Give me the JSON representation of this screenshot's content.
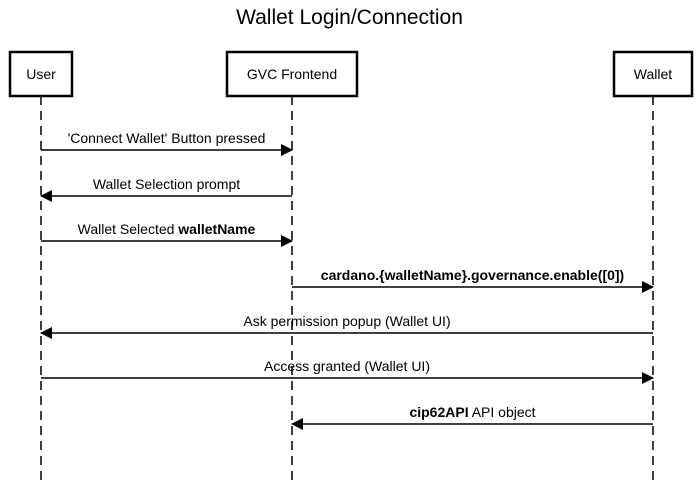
{
  "title": "Wallet Login/Connection",
  "participants": [
    {
      "id": "user",
      "label": "User"
    },
    {
      "id": "frontend",
      "label": "GVC Frontend"
    },
    {
      "id": "wallet",
      "label": "Wallet"
    }
  ],
  "messages": [
    {
      "from": "user",
      "to": "frontend",
      "parts": [
        {
          "text": "'Connect Wallet' Button pressed",
          "bold": false
        }
      ]
    },
    {
      "from": "frontend",
      "to": "user",
      "parts": [
        {
          "text": "Wallet Selection prompt",
          "bold": false
        }
      ]
    },
    {
      "from": "user",
      "to": "frontend",
      "parts": [
        {
          "text": "Wallet Selected ",
          "bold": false
        },
        {
          "text": "walletName",
          "bold": true
        }
      ]
    },
    {
      "from": "frontend",
      "to": "wallet",
      "parts": [
        {
          "text": "cardano.{walletName}.governance.enable([0])",
          "bold": true
        }
      ]
    },
    {
      "from": "wallet",
      "to": "user",
      "parts": [
        {
          "text": "Ask permission popup (Wallet UI)",
          "bold": false
        }
      ]
    },
    {
      "from": "user",
      "to": "wallet",
      "parts": [
        {
          "text": "Access granted (Wallet UI)",
          "bold": false
        }
      ]
    },
    {
      "from": "wallet",
      "to": "frontend",
      "parts": [
        {
          "text": "cip62API",
          "bold": true
        },
        {
          "text": " API object",
          "bold": false
        }
      ]
    }
  ]
}
